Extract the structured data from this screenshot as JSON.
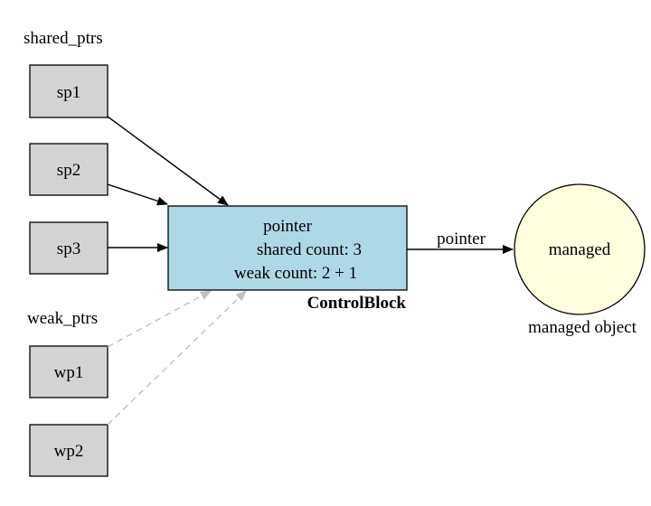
{
  "groups": {
    "shared_label": "shared_ptrs",
    "weak_label": "weak_ptrs"
  },
  "shared_ptrs": [
    {
      "id": "sp1",
      "label": "sp1"
    },
    {
      "id": "sp2",
      "label": "sp2"
    },
    {
      "id": "sp3",
      "label": "sp3"
    }
  ],
  "weak_ptrs": [
    {
      "id": "wp1",
      "label": "wp1"
    },
    {
      "id": "wp2",
      "label": "wp2"
    }
  ],
  "control_block": {
    "title": "ControlBlock",
    "line1": "pointer",
    "line2": "shared count: 3",
    "line3": "weak count: 2 + 1"
  },
  "edge_label": "pointer",
  "managed": {
    "label": "managed",
    "caption": "managed object"
  },
  "colors": {
    "ptr_box_fill": "#d3d3d3",
    "control_block_fill": "#add8e6",
    "managed_fill": "#ffffe0",
    "weak_edge": "#c0c0c0",
    "stroke": "#000000"
  }
}
